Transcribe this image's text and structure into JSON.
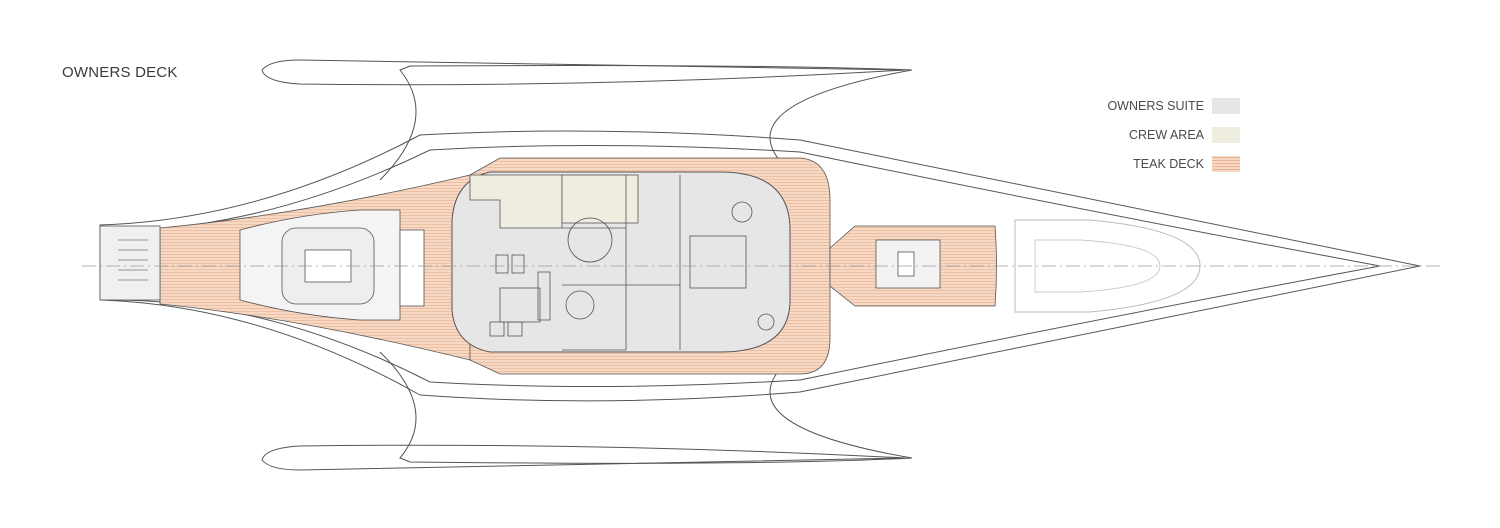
{
  "title": "OWNERS DECK",
  "legend": [
    {
      "label": "OWNERS SUITE",
      "color": "#e6e6e6",
      "pattern": "solid"
    },
    {
      "label": "CREW AREA",
      "color": "#efede0",
      "pattern": "solid"
    },
    {
      "label": "TEAK DECK",
      "color": "#f6d8c4",
      "pattern": "stripes"
    }
  ],
  "colors": {
    "outline": "#555555",
    "suite": "#e6e6e6",
    "crew": "#efede0",
    "teak": "#f6d8c4",
    "teak_line": "#eab595",
    "centerline": "#9a9a9a"
  }
}
